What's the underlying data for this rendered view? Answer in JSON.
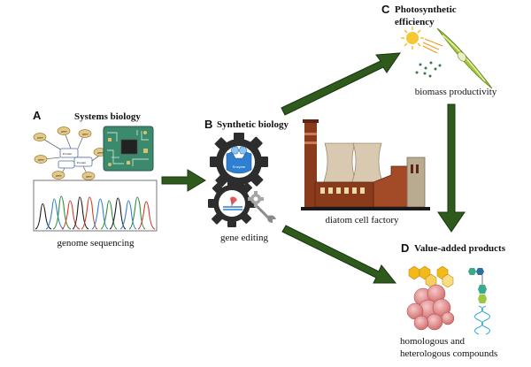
{
  "panels": {
    "a": {
      "letter": "A",
      "title": "Systems biology",
      "caption": "genome sequencing",
      "gene_label": "gene",
      "node_label": "Protein"
    },
    "b": {
      "letter": "B",
      "title": "Synthetic biology",
      "caption": "gene editing",
      "enzyme_label": "Enzyme"
    },
    "c": {
      "letter": "C",
      "title_line1": "Photosynthetic",
      "title_line2": "efficiency",
      "caption": "biomass productivity"
    },
    "factory": {
      "caption": "diatom cell factory"
    },
    "d": {
      "letter": "D",
      "title": "Value-added products",
      "caption_line1": "homologous and",
      "caption_line2": "heterologous compounds"
    }
  },
  "colors": {
    "arrow": "#2e5a1c",
    "arrow_stroke": "#1a3510",
    "gear": "#2d2d2d",
    "circuit": "#3c8a6e",
    "enzyme": "#2f7fd0",
    "diatom": "#a7c83e",
    "factory_brick": "#8a3b1c",
    "hexagon": "#f2b81c"
  },
  "icons": [
    "gene-network-icon",
    "circuit-board-icon",
    "chromatogram-icon",
    "gear-icon",
    "enzyme-icon",
    "crispr-icon",
    "wrench-icon",
    "sun-icon",
    "diatom-icon",
    "factory-icon",
    "molecule-icon",
    "cells-icon",
    "dna-icon"
  ]
}
